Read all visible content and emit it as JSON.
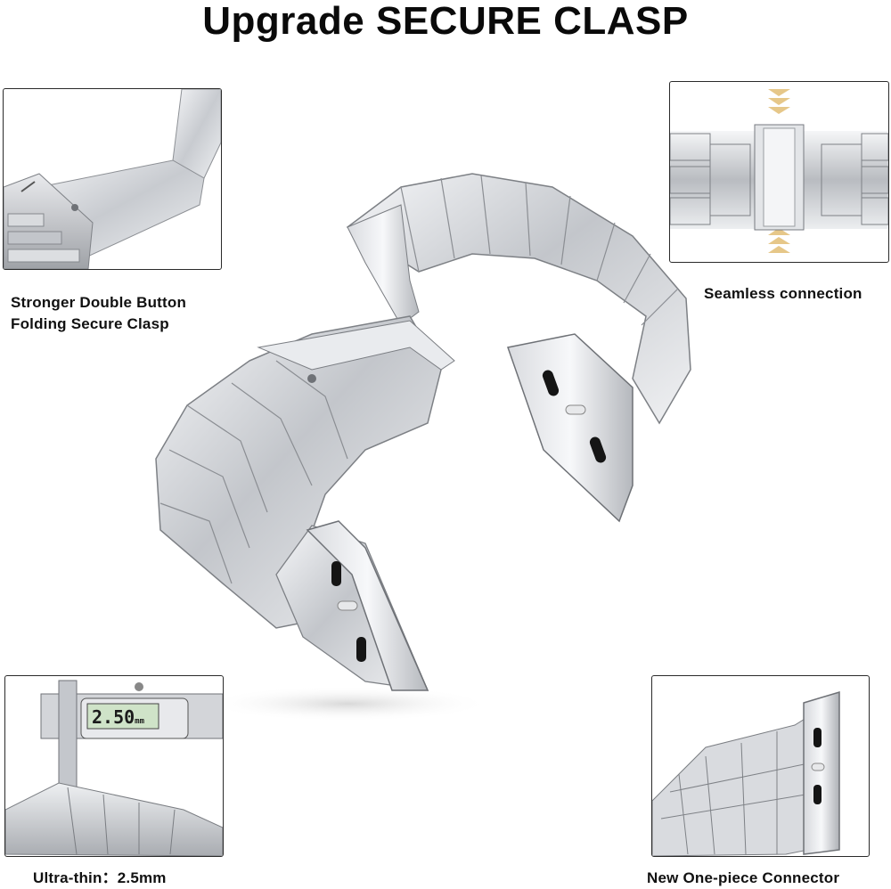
{
  "title": "Upgrade SECURE CLASP",
  "features": {
    "clasp": {
      "line1": "Stronger Double Button",
      "line2": "Folding Secure Clasp",
      "icon": "folding-clasp-closeup"
    },
    "connection": {
      "label": "Seamless connection",
      "icon": "seamless-link-closeup"
    },
    "thin": {
      "label": "Ultra-thin：2.5mm",
      "icon": "caliper-measurement"
    },
    "connector": {
      "label": "New One-piece Connector",
      "icon": "connector-closeup"
    }
  },
  "caliper_display": "2.50",
  "caliper_unit": "mm",
  "colors": {
    "steel_light": "#f2f3f5",
    "steel_mid": "#c9cbcf",
    "steel_dark": "#8e9196",
    "arrow_gold": "#e6c789",
    "border": "#2a2a2a"
  }
}
